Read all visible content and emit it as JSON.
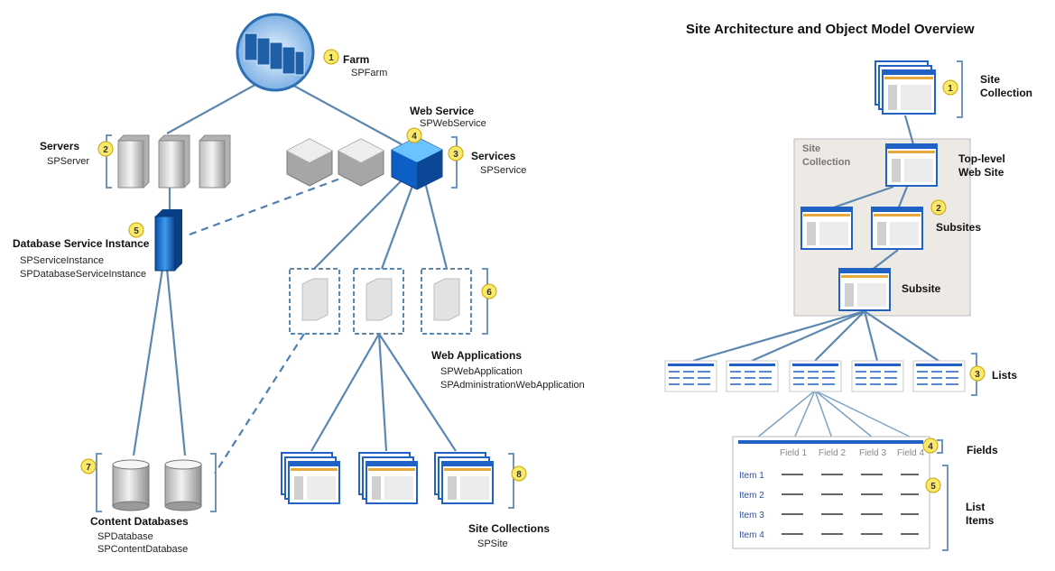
{
  "left": {
    "farm": {
      "title": "Farm",
      "class": "SPFarm",
      "badge": "1"
    },
    "servers": {
      "title": "Servers",
      "class": "SPServer",
      "badge": "2"
    },
    "services": {
      "title": "Services",
      "class": "SPService",
      "badge": "3"
    },
    "web_service": {
      "title": "Web Service",
      "class": "SPWebService",
      "badge": "4"
    },
    "db_instance": {
      "title": "Database Service Instance",
      "class1": "SPServiceInstance",
      "class2": "SPDatabaseServiceInstance",
      "badge": "5"
    },
    "web_apps": {
      "title": "Web Applications",
      "class1": "SPWebApplication",
      "class2": "SPAdministrationWebApplication",
      "badge": "6"
    },
    "content_dbs": {
      "title": "Content Databases",
      "class1": "SPDatabase",
      "class2": "SPContentDatabase",
      "badge": "7"
    },
    "site_collections": {
      "title": "Site Collections",
      "class": "SPSite",
      "badge": "8"
    }
  },
  "right": {
    "title": "Site Architecture and Object Model Overview",
    "site_collection": {
      "line1": "Site",
      "line2": "Collection",
      "badge": "1"
    },
    "box_label": {
      "line1": "Site",
      "line2": "Collection"
    },
    "top_level": {
      "line1": "Top-level",
      "line2": "Web Site"
    },
    "subsites": {
      "label": "Subsites",
      "badge": "2"
    },
    "subsite": {
      "label": "Subsite"
    },
    "lists": {
      "label": "Lists",
      "badge": "3"
    },
    "fields": {
      "label": "Fields",
      "badge": "4",
      "headers": [
        "Field 1",
        "Field 2",
        "Field 3",
        "Field 4"
      ]
    },
    "list_items": {
      "line1": "List",
      "line2": "Items",
      "badge": "5",
      "rows": [
        "Item 1",
        "Item 2",
        "Item 3",
        "Item 4"
      ]
    }
  },
  "colors": {
    "connector": "#5b87b0",
    "badge_fill": "#fbe96b",
    "accent_blue": "#2f7de0",
    "doc_bar": "#e8a93b"
  }
}
